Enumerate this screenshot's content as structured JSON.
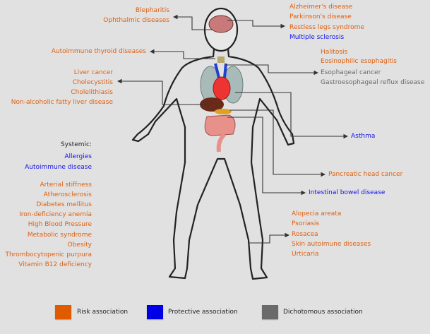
{
  "colors": {
    "risk": "#e05a00",
    "protective": "#0000e6",
    "dichotomous": "#6a6a6a"
  },
  "eye": [
    "Blepharitis",
    "Ophthalmic diseases"
  ],
  "brain": [
    {
      "text": "Alzheimer's disease",
      "type": "risk"
    },
    {
      "text": "Parkinson's disease",
      "type": "risk"
    },
    {
      "text": "Restless legs syndrome",
      "type": "risk"
    },
    {
      "text": "Multiple sclerosis",
      "type": "protective"
    }
  ],
  "thyroid": "Autoimmune thyroid diseases",
  "esophagus": {
    "risk": [
      "Halitosis",
      "Eosinophilic esophagitis"
    ],
    "dichotomous": [
      "Esophageal cancer",
      "Gastroesophageal reflux disease"
    ]
  },
  "liver": [
    "Liver cancer",
    "Cholecystitis",
    "Cholelithiasis",
    "Non-alcoholic fatty liver disease"
  ],
  "lungs": "Asthma",
  "pancreas": "Pancreatic head cancer",
  "intestine": "Intestinal bowel disease",
  "systemic": {
    "title": "Systemic:",
    "protective": [
      "Allergies",
      "Autoimmune disease"
    ],
    "risk": [
      "Arterial stiffness",
      "Atherosclerosis",
      "Diabetes mellitus",
      "Iron-deficiency anemia",
      "High Blood Pressure",
      "Metabolic syndrome",
      "Obesity",
      "Thrombocytopenic purpura",
      "Vitamin B12 deficiency"
    ]
  },
  "skin": [
    "Alopecia areata",
    "Psoriasis",
    "Rosacea",
    "Skin autoimune diseases",
    "Urticaria"
  ],
  "legend": [
    {
      "label": "Risk association",
      "color": "#e05a00"
    },
    {
      "label": "Protective association",
      "color": "#0000e6"
    },
    {
      "label": "Dichotomous association",
      "color": "#6a6a6a"
    }
  ]
}
